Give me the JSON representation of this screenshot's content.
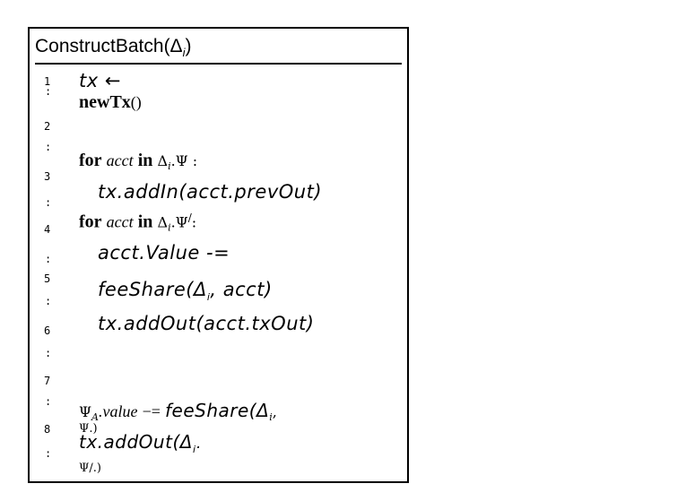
{
  "panel": {
    "title": "ConstructBatch(Δ",
    "title_sub": "i",
    "title_close": ")"
  },
  "line_numbers": [
    "1",
    "2",
    "3",
    "4",
    "5",
    "6",
    "7",
    "8"
  ],
  "lines": {
    "l1a": "tx ←",
    "l1b": "newTx",
    "l1c": "()",
    "l2_kw": "for",
    "l2_var": "acct",
    "l2_in": "in",
    "l2_rest": "Δ",
    "l2_sub": "i",
    "l2_end": ".Ψ :",
    "l3": "tx.addIn(acct.prevOut)",
    "l4_kw": "for",
    "l4_var": "acct",
    "l4_in": "in",
    "l4_rest": "Δ",
    "l4_sub": "i",
    "l4_end": ".Ψ",
    "l4_prime": "/",
    "l4_colon": ":",
    "l5a": "acct.Value -=",
    "l5b": "feeShare(Δ",
    "l5b_sub": "i",
    "l5c": ", acct)",
    "l6": "tx.addOut(acct.txOut)",
    "l7_psi": "Ψ",
    "l7_psi_sub": "A",
    "l7_mid": ".value",
    "l7_op": "−=",
    "l7_fn": "feeShare(Δ",
    "l7_fn_sub": "i",
    "l7_end": ",",
    "l7_next": "Ψ.)",
    "l8": "tx.addOut(Δ",
    "l8_sub": "i",
    "l8_end": ".",
    "l8_next": "Ψ/.)"
  }
}
